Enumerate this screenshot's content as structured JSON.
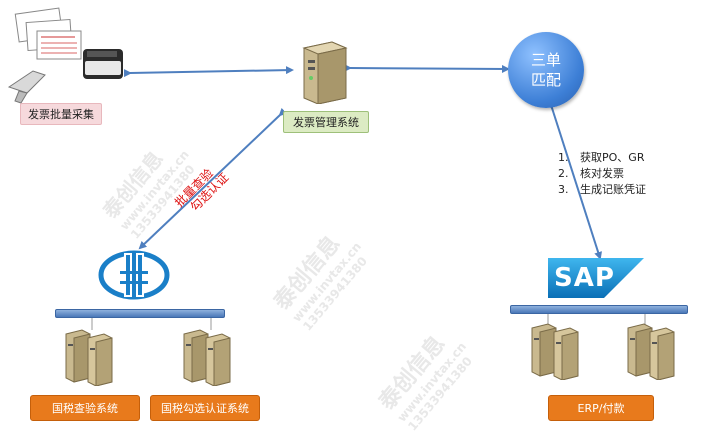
{
  "labels": {
    "invoice_capture": "发票批量采集",
    "invoice_system": "发票管理系统",
    "tax_check_system": "国税查验系统",
    "tax_cert_system": "国税勾选认证系统",
    "erp_payment": "ERP/付款",
    "three_way_match_line1": "三单",
    "three_way_match_line2": "匹配",
    "batch_verify_line1": "批量查验",
    "batch_verify_line2": "勾选认证"
  },
  "steps": [
    {
      "num": "1.",
      "text": "获取PO、GR"
    },
    {
      "num": "2.",
      "text": "核对发票"
    },
    {
      "num": "3.",
      "text": "生成记账凭证"
    }
  ],
  "watermark": {
    "name": "泰创信息",
    "site": "www.invtax.cn",
    "phone": "13533941380"
  },
  "sap_logo": "SAP",
  "colors": {
    "arrow": "#4f7fbf",
    "orange": "#e87a1c",
    "bus": "#4a78b8",
    "circle": "#3d7fd6"
  }
}
